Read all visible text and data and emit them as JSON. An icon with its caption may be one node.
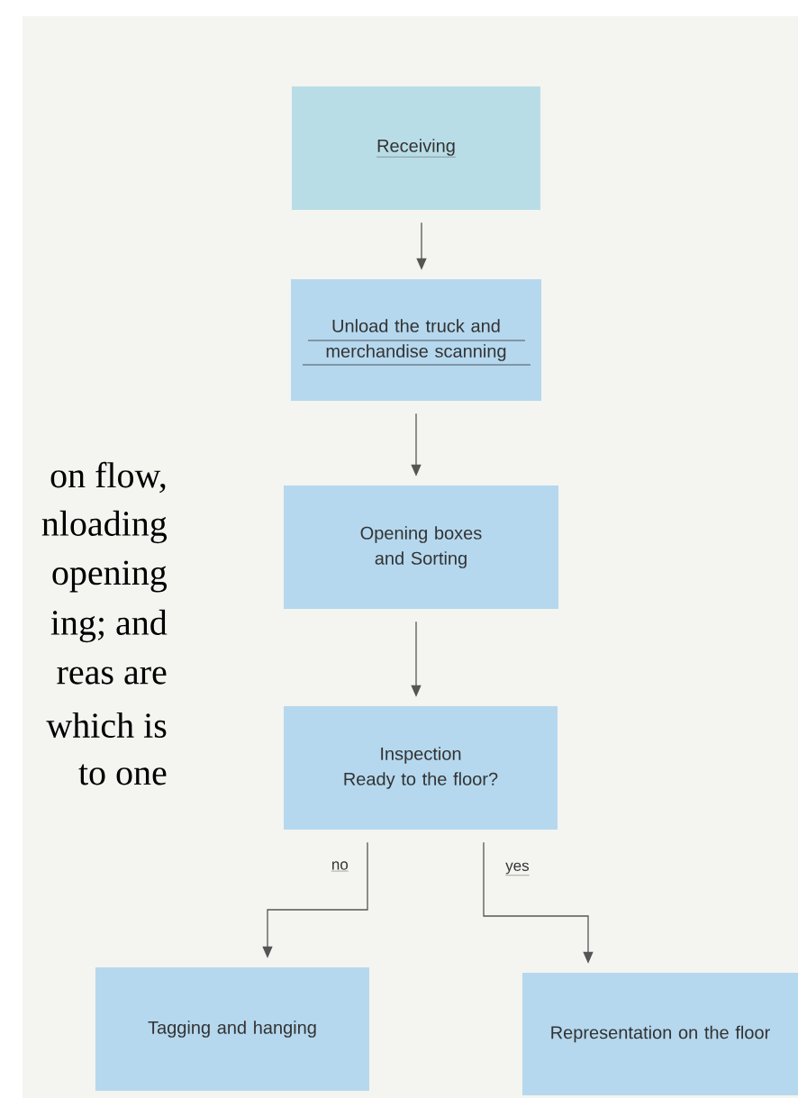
{
  "diagram": {
    "nodes": [
      {
        "text": [
          "Receiving"
        ]
      },
      {
        "text": [
          "Unload the truck and merchandise scanning"
        ]
      },
      {
        "text": [
          "Opening boxes and Sorting"
        ]
      },
      {
        "text": [
          "Inspection",
          "Ready to the floor?"
        ]
      },
      {
        "text": [
          "Tagging and hanging"
        ]
      },
      {
        "text": [
          "Representation on the floor"
        ]
      }
    ],
    "edges": [
      {
        "from": 0,
        "to": 1,
        "arrow": "to"
      },
      {
        "from": 1,
        "to": 2,
        "arrow": "to"
      },
      {
        "from": 2,
        "to": 3,
        "arrow": "to"
      },
      {
        "from": 3,
        "to": 4,
        "arrow": "to",
        "label": "no"
      },
      {
        "from": 3,
        "to": 5,
        "arrow": "to",
        "label": "yes"
      }
    ],
    "labels": [
      "on flow,",
      "nloading",
      "opening",
      "ing; and",
      "reas are",
      "which is",
      "to one"
    ]
  }
}
